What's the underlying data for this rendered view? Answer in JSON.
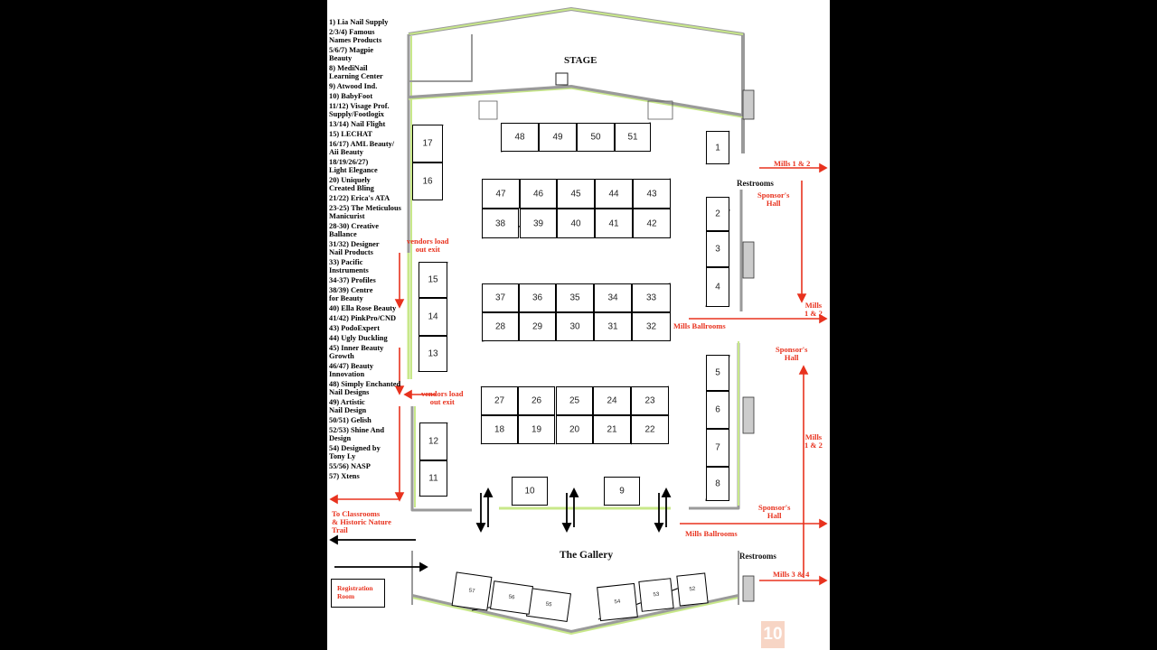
{
  "legend": [
    "1) Lia Nail Supply",
    "2/3/4) Famous\nNames Products",
    "5/6/7) Magpie\nBeauty",
    "8) MediNail\nLearning Center",
    "9) Atwood Ind.",
    "10)  BabyFoot",
    "11/12) Visage Prof.\nSupply/Footlogix",
    "13/14) Nail Flight",
    "15) LECHAT",
    "16/17) AML Beauty/\nAii Beauty",
    "18/19/26/27)\nLight Elegance",
    "20) Uniquely\nCreated Bling",
    "21/22) Erica's ATA",
    "23-25) The Meticulous\nManicurist",
    "28-30) Creative\nBallance",
    "31/32) Designer\nNail Products",
    "33) Pacific\nInstruments",
    "34-37) Profiles",
    "38/39) Centre\nfor Beauty",
    "40) Ella Rose Beauty",
    "41/42) PinkPro/CND",
    "43) PodoExpert",
    "44) Ugly Duckling",
    "45) Inner Beauty\nGrowth",
    "46/47) Beauty\nInnovation",
    "48) Simply Enchanted\nNail Designs",
    "49) Artistic\nNail Design",
    "50/51) Gelish",
    "52/53) Shine And\nDesign",
    "54) Designed by\nTony Ly",
    "55/56) NASP",
    "57) Xtens"
  ],
  "rooms": {
    "stage": "STAGE",
    "gallery": "The Gallery",
    "restrooms_top": "Restrooms",
    "restrooms_bottom": "Restrooms",
    "registration": "Registration\nRoom"
  },
  "directions": {
    "mills_1_2_top": "Mills 1 & 2",
    "sponsors_hall_1": "Sponsor's\nHall",
    "mills_1_2_mid": "Mills\n1 & 2",
    "mills_ballrooms_1": "Mills Ballrooms",
    "sponsors_hall_2": "Sponsor's\nHall",
    "mills_1_2_low": "Mills\n1 & 2",
    "sponsors_hall_3": "Sponsor's\nHall",
    "mills_ballrooms_2": "Mills Ballrooms",
    "mills_3_4": "Mills 3 & 4",
    "vendors_exit_1": "vendors load\nout exit",
    "vendors_exit_2": "vendors load\nout exit",
    "classrooms": "To Classrooms\n& Historic Nature\nTrail"
  },
  "booths": [
    "1",
    "2",
    "3",
    "4",
    "5",
    "6",
    "7",
    "8",
    "9",
    "10",
    "11",
    "12",
    "13",
    "14",
    "15",
    "16",
    "17",
    "18",
    "19",
    "20",
    "21",
    "22",
    "23",
    "24",
    "25",
    "26",
    "27",
    "28",
    "29",
    "30",
    "31",
    "32",
    "33",
    "34",
    "35",
    "36",
    "37",
    "38",
    "39",
    "40",
    "41",
    "42",
    "43",
    "44",
    "45",
    "46",
    "47",
    "48",
    "49",
    "50",
    "51",
    "52",
    "53",
    "54",
    "55",
    "56",
    "57"
  ],
  "page_number": "10",
  "colors": {
    "label_red": "#e8321e",
    "wall_green": "#c8e88a",
    "wall_gray": "#9a9a9a",
    "page_badge": "#f7d5c5"
  }
}
